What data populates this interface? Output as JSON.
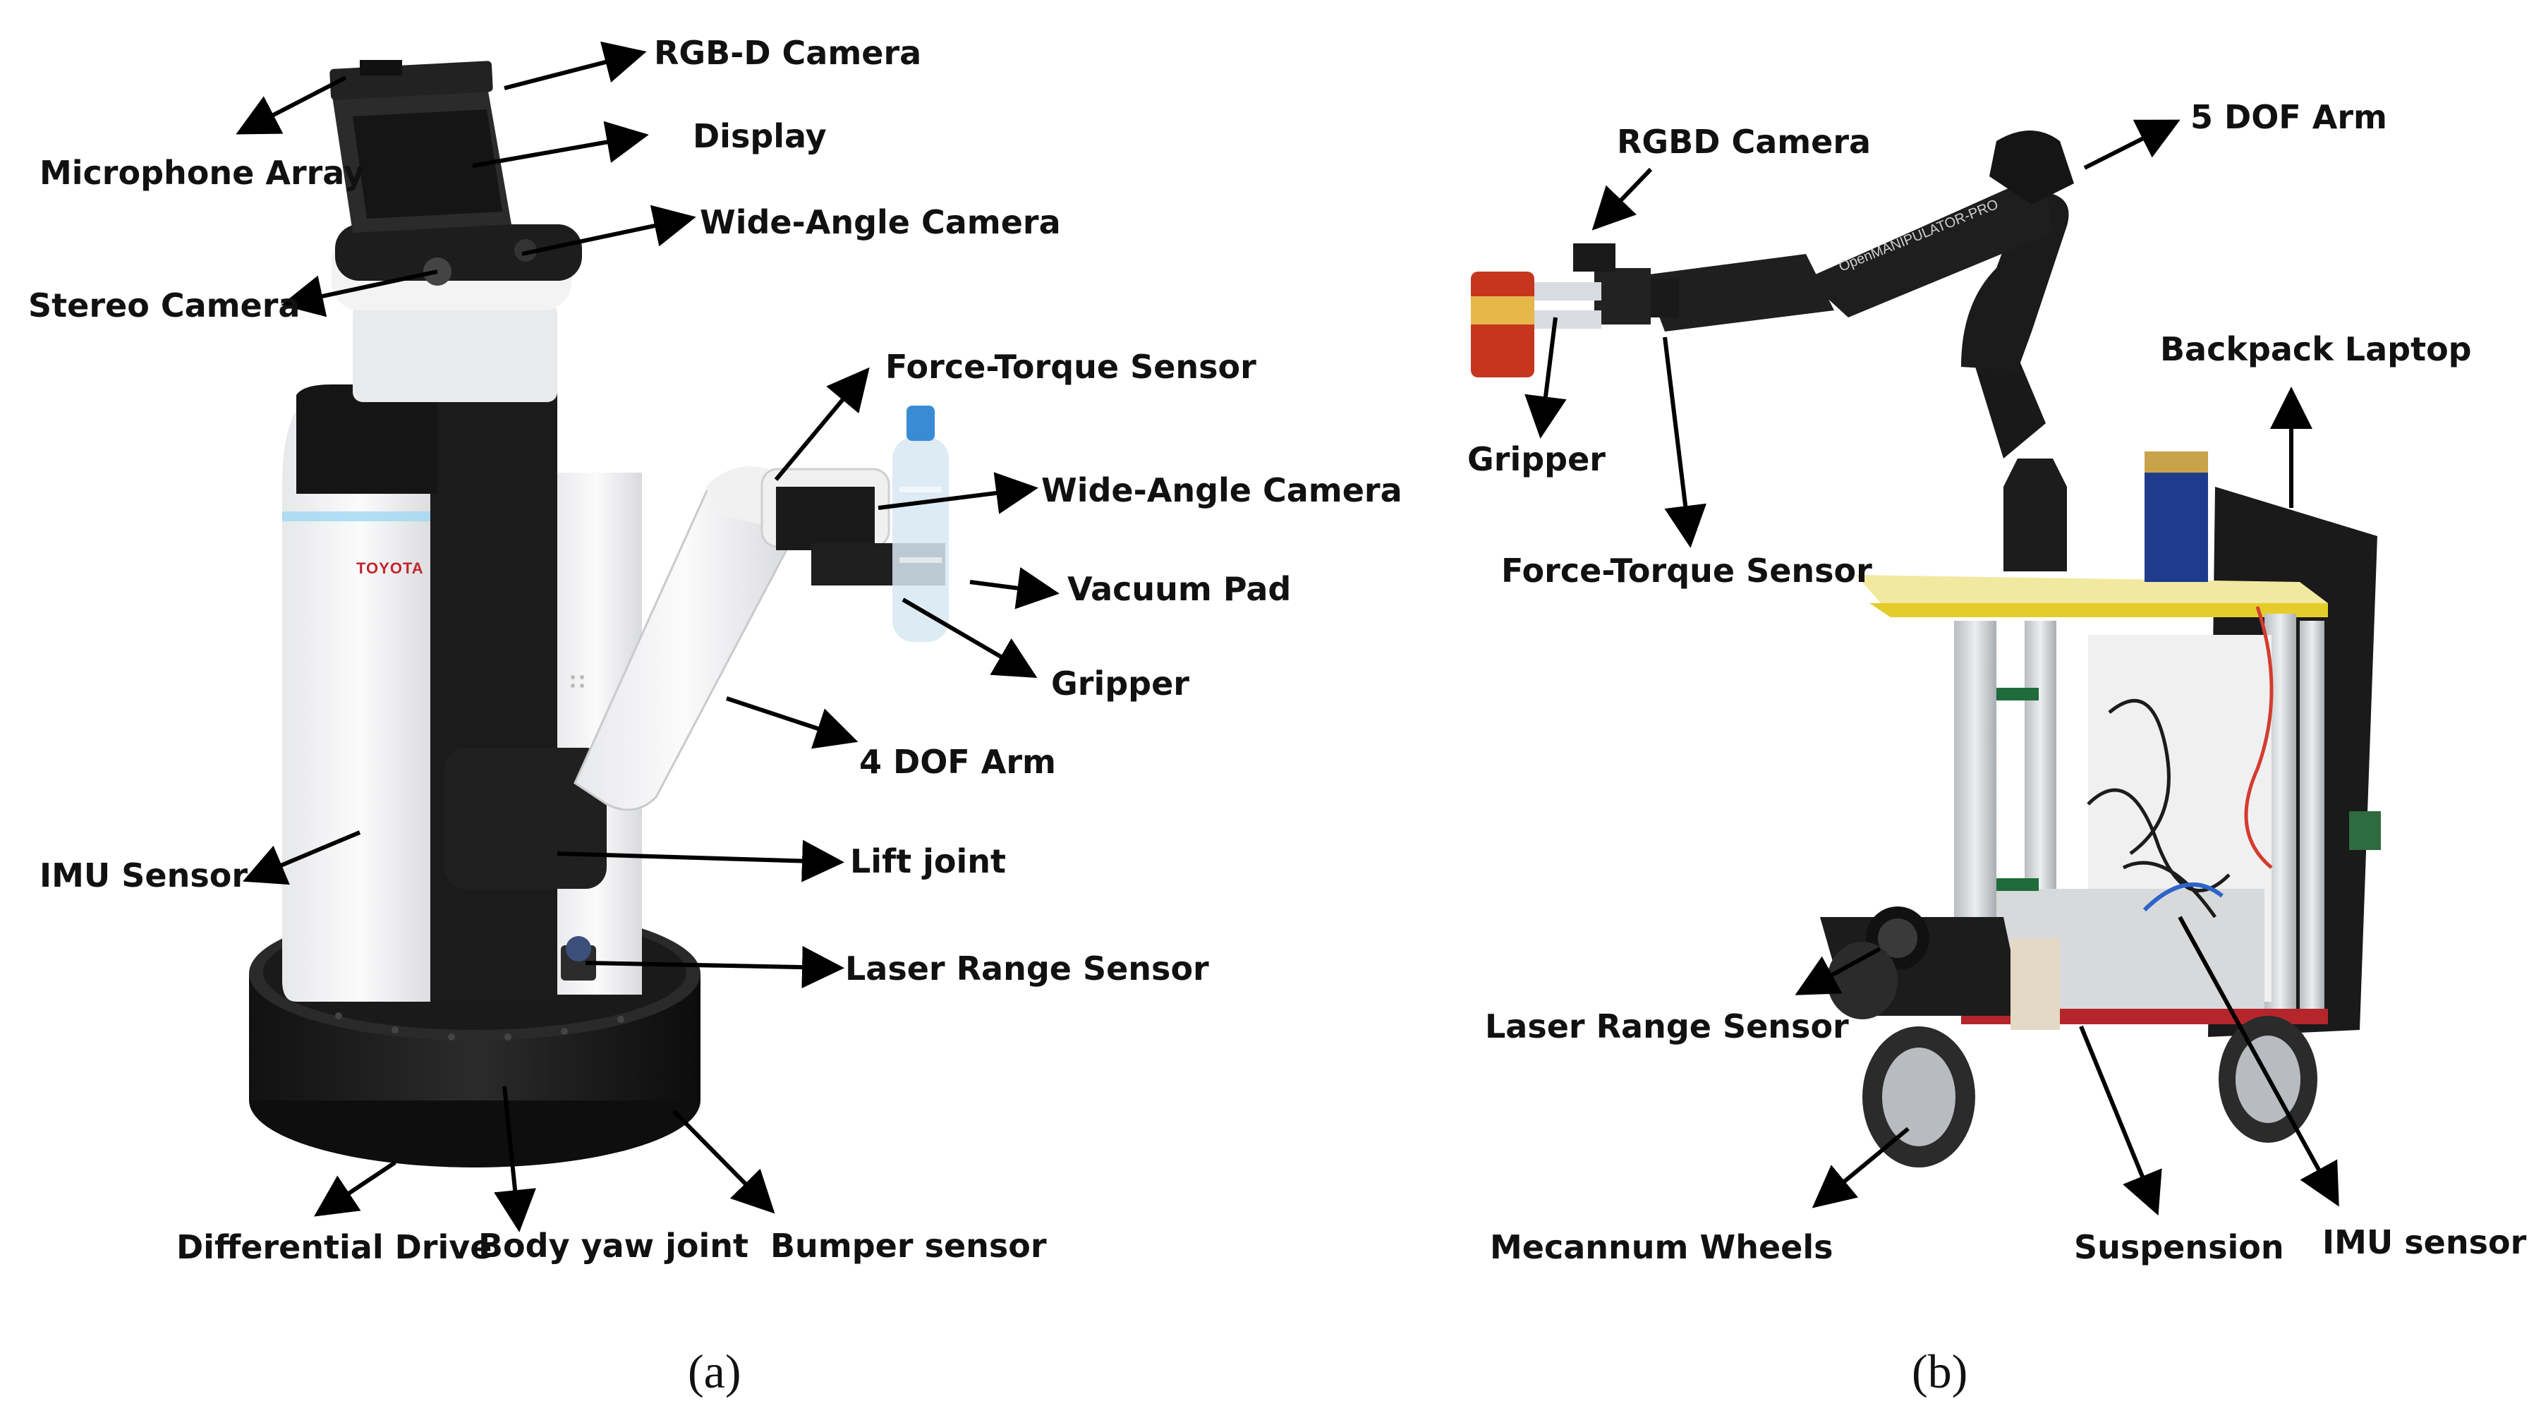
{
  "panel_a": {
    "caption": "(a)",
    "brand_text": "TOYOTA",
    "labels": {
      "rgbd_camera": "RGB-D Camera",
      "display": "Display",
      "microphone_array": "Microphone Array",
      "wide_angle_camera_head": "Wide-Angle Camera",
      "stereo_camera": "Stereo Camera",
      "force_torque_sensor": "Force-Torque Sensor",
      "wide_angle_camera_hand": "Wide-Angle Camera",
      "vacuum_pad": "Vacuum Pad",
      "gripper": "Gripper",
      "arm": "4 DOF Arm",
      "imu_sensor": "IMU Sensor",
      "lift_joint": "Lift joint",
      "laser_range_sensor": "Laser Range Sensor",
      "differential_drive": "Differential Drive",
      "body_yaw_joint": "Body yaw joint",
      "bumper_sensor": "Bumper sensor"
    }
  },
  "panel_b": {
    "caption": "(b)",
    "arm_text": "OpenMANIPULATOR-PRO",
    "labels": {
      "rgbd_camera": "RGBD Camera",
      "arm": "5 DOF Arm",
      "backpack_laptop": "Backpack Laptop",
      "gripper": "Gripper",
      "force_torque_sensor": "Force-Torque Sensor",
      "laser_range_sensor": "Laser Range Sensor",
      "mecannum_wheels": "Mecannum Wheels",
      "suspension": "Suspension",
      "imu_sensor": "IMU sensor"
    }
  }
}
